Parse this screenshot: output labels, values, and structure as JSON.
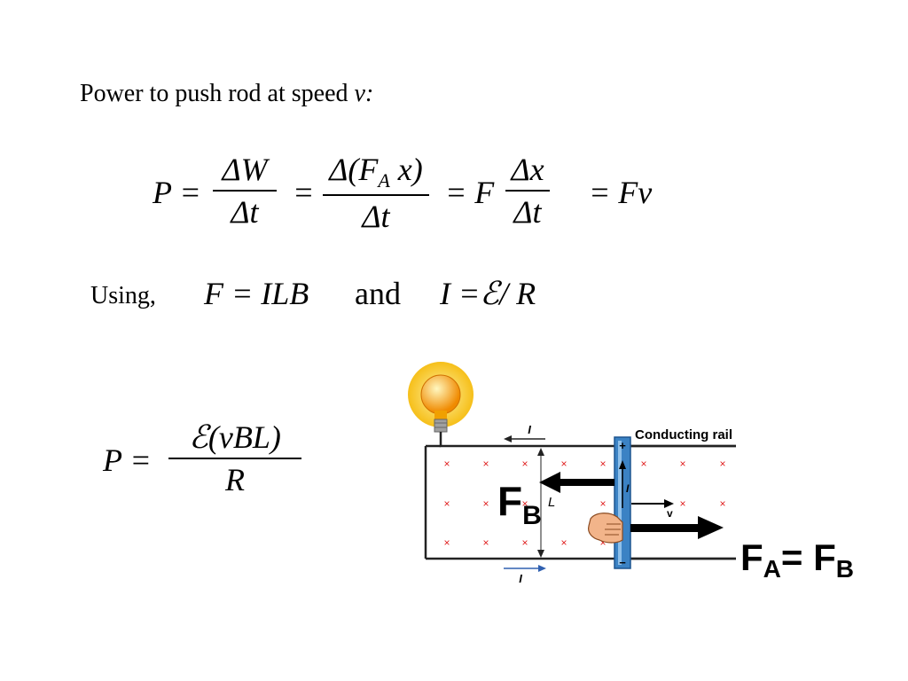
{
  "heading": {
    "text": "Power to push rod at speed ",
    "var": "v:"
  },
  "power_eq": {
    "lhs": "P =",
    "f1_num": "ΔW",
    "f1_den": "Δt",
    "eq2": "=",
    "f2_num_a": "Δ(F",
    "f2_num_sub": "A",
    "f2_num_b": " x)",
    "f2_den": "Δt",
    "eq3": "= F",
    "f3_num": "Δx",
    "f3_den": "Δt",
    "result": "= Fv"
  },
  "using": {
    "label": "Using,",
    "eq1": "F = ILB",
    "and": "and",
    "eq2_a": "I =",
    "eq2_script": "ℰ",
    "eq2_b": "/ R"
  },
  "result_eq": {
    "lhs": "P =",
    "num_script": "ℰ",
    "num_rest": "(vBL)",
    "den": "R"
  },
  "diagram": {
    "label_rail": "Conducting rail",
    "label_I_top": "I",
    "label_I_bottom": "I",
    "label_I_rod": "I",
    "label_L": "L",
    "label_v": "v",
    "plus": "+",
    "minus": "−",
    "fb_label": "F",
    "fb_sub": "B",
    "fa_label": "F",
    "fa_sub": "A",
    "fa_eq": "= F",
    "fa_eq_sub": "B",
    "colors": {
      "rod": "#3b82c4",
      "field_x": "#e02020",
      "bulb": "#f5b800"
    }
  }
}
